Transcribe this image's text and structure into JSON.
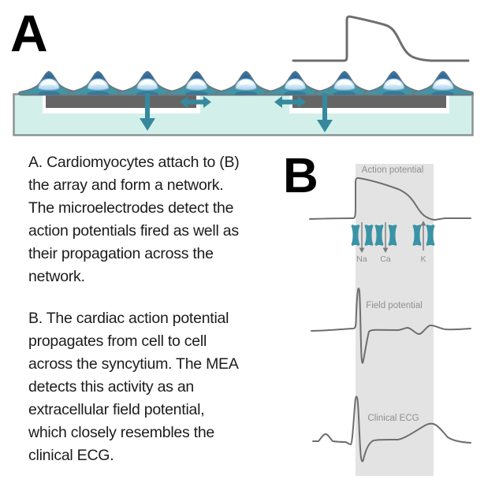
{
  "figure": {
    "captions": {
      "a": "A. Cardiomyocytes attach to (B)\nthe array and form a network.\nThe microelectrodes detect the\naction potentials fired as well as\ntheir propagation across the\nnetwork.",
      "b": "B. The cardiac action potential\npropagates from cell to cell\nacross the syncytium. The MEA\ndetects this activity as an\nextracellular field potential,\nwhich closely resembles the\nclinical ECG."
    },
    "panel_a": {
      "label": "A",
      "cell_count": 9,
      "icons": [
        "cardiomyocyte-cell-icon",
        "microelectrode-bar-icon",
        "signal-detection-down-arrow-icon",
        "propagation-double-arrow-icon",
        "action-potential-trace-icon"
      ]
    },
    "panel_b": {
      "label": "B",
      "trace_labels": [
        "Action potential",
        "Field potential",
        "Clinical ECG"
      ],
      "ions": [
        {
          "label": "Na",
          "direction": "inward"
        },
        {
          "label": "Ca",
          "direction": "inward"
        },
        {
          "label": "K",
          "direction": "outward"
        }
      ]
    },
    "colors": {
      "cell_teal": "#4095a7",
      "cell_dark_blue": "#2b5f96",
      "nucleus_light_blue": "#d6ecf9",
      "arrow_teal": "#36899d",
      "ion_channel_teal": "#3a93a5",
      "substrate_mint": "#d2f0e9",
      "electrode_gray": "#656565",
      "trace_gray": "#6e6e6e",
      "band_gray": "#e3e3e3",
      "label_gray": "#8f8f8f",
      "text_black": "#1c1c1c"
    }
  }
}
